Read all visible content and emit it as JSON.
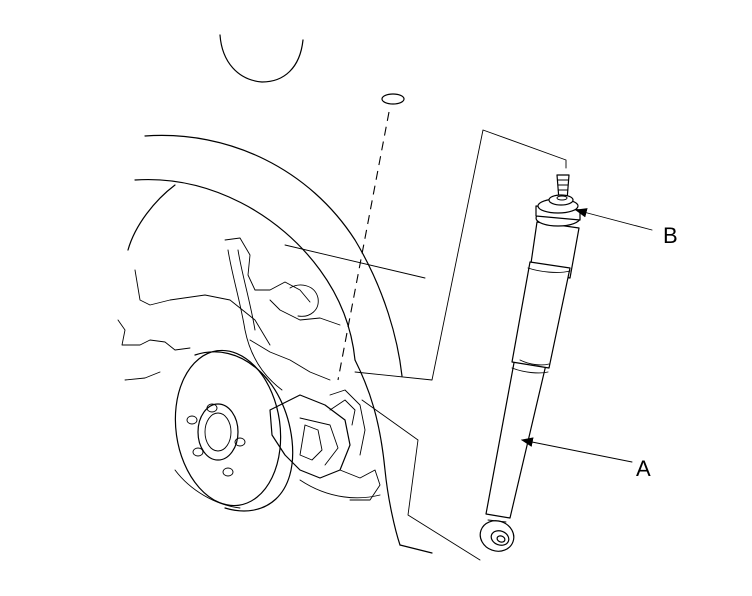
{
  "callouts": [
    {
      "id": "A",
      "label": "A"
    },
    {
      "id": "B",
      "label": "B"
    }
  ],
  "colors": {
    "ink": "#000000",
    "paper": "#ffffff"
  }
}
